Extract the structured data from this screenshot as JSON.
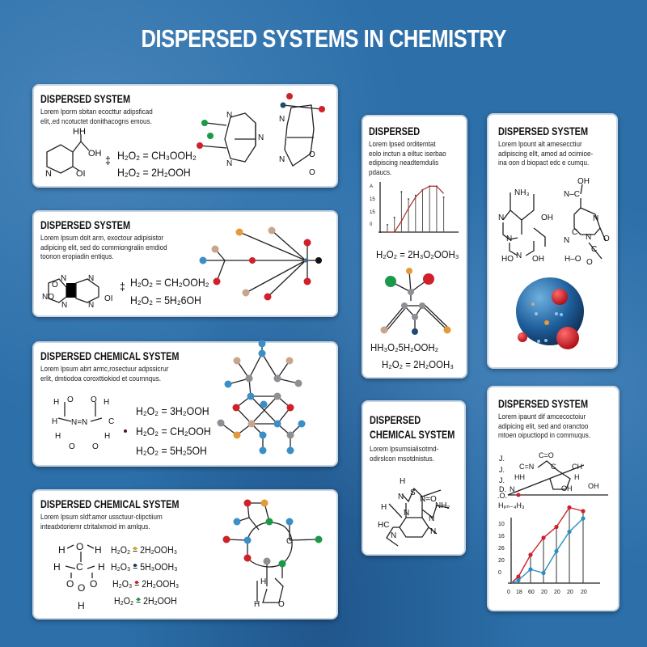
{
  "title": "DISPERSED SYSTEMS IN CHEMISTRY",
  "colors": {
    "background": "#2c6fa9",
    "card": "#ffffff",
    "red": "#d0202a",
    "green": "#1a9a48",
    "blue": "#3a8fc6",
    "orange": "#e59a3a",
    "tan": "#c9a58e",
    "gray": "#8c8f94",
    "navy": "#204a72"
  },
  "cards": [
    {
      "heading": "DISPERSED SYSTEM",
      "lorem": [
        "Lorem lporm sbitan ecocttur adipsficad",
        "elit,.ed ncotuctet donithacogns emous."
      ],
      "equations": [
        "H₂O₂ = CH₃OOH₂",
        "H₂O₂ = 2H₂OOH"
      ],
      "plus": "‡",
      "atoms": [
        "HH",
        "OH",
        "N",
        "OI",
        "N",
        "N",
        "N",
        "N",
        "N",
        "O",
        "O"
      ]
    },
    {
      "heading": "DISPERSED SYSTEM",
      "lorem": [
        "Lorem lpsum dolt arm, exoctour adipisistor",
        "adipicing elit, sed do commiongralin emdiod",
        "toonon eropiadin entiqus."
      ],
      "equations": [
        "H₂O₂ = CH₂OOH₂",
        "H₂O₂ = 5H₂6OH"
      ],
      "plus": "‡",
      "atoms": [
        "N",
        "N",
        "O",
        "N",
        "NO",
        "N",
        "OI"
      ]
    },
    {
      "heading": "DISPERSED CHEMICAL SYSTEM",
      "lorem": [
        "Lorem lpsum abrt armc,rosectuur adpssicrur",
        "erlit, dmtiodoa coroxttiokiod et coumnqus."
      ],
      "equations": [
        "H₂O₂ = 3H₂OOH",
        "H₂O₂ = CH₂OOH",
        "H₂O₂ = 5H₂5OH"
      ],
      "atoms": [
        "H",
        "O",
        "O",
        "H",
        "H",
        "N=N",
        "C",
        "H",
        "H",
        "O",
        "O"
      ]
    },
    {
      "heading": "DISPERSED CHEMICAL SYSTEM",
      "lorem": [
        "Lorem lpsum sldf:amor ussctuur-clipctiium",
        "inteadxtoriemr ctritalxmoid im amlqus."
      ],
      "equations": [
        "H₂O₂ = 2H₂OOH₃",
        "H₂O₃ = 5H₃OOH₃",
        "H₂O₃ = 2H₂OOH₃",
        "H₂O₂ = 2H₂OOH"
      ],
      "equation_dot_colors": [
        "#d9a520",
        "#1d3b66",
        "#d0202a",
        "#1a9a48"
      ],
      "atoms": [
        "H",
        "O",
        "H",
        "H",
        "C",
        "H",
        "O",
        "O",
        "O",
        "H",
        "H",
        "H",
        "O",
        "C"
      ]
    },
    {
      "heading": "DISPERSED",
      "lorem": [
        "Lorem lpsed orditemtat",
        "eolo inctun a eiltuc iserbao",
        "edipiscing neadtemdulis",
        "pdaucs."
      ],
      "chart": {
        "type": "bar+line",
        "y_tick_labels": [
          "0",
          "15",
          "15",
          "A"
        ],
        "bar_values": [
          2,
          4,
          11,
          9,
          10,
          11.5,
          12.5,
          12.5,
          9.5
        ],
        "curve_values": [
          0,
          0,
          3,
          6.5,
          9.5,
          11.5,
          12.5,
          12.5,
          10.5
        ],
        "ylim": [
          0,
          13
        ]
      },
      "equations": [
        "H₂O₂ = 2H₃O₂OOH₃",
        "HH₃O₂5H₂OOH₂",
        "H₂O₂ = 2H₂OOH₃"
      ]
    },
    {
      "heading": "DISPERSED SYSTEM",
      "lorem": [
        "Lorem lpount alt amesecctiur",
        "adipiscing ellt, amod ad ocimioe-",
        "ina oon d biopact edc e cumqu."
      ],
      "atoms": [
        "NH₃",
        "N",
        "OH",
        "N",
        "HO",
        "N",
        "OH",
        "OH",
        "N–C",
        "N",
        "N",
        "C",
        "N",
        "O",
        "H–O",
        "C",
        "O"
      ]
    },
    {
      "heading": "DISPERSED",
      "heading2": "CHEMICAL SYSTEM",
      "lorem": [
        "Lorem lpsumsialisotmd-",
        "odirslcon msotdnistus."
      ],
      "atoms": [
        "H",
        "N",
        "S",
        "N=O",
        "H",
        "N",
        "N",
        "NH₂",
        "HC",
        "N",
        "N"
      ]
    },
    {
      "heading": "DISPERSED SYSTEM",
      "lorem": [
        "Lorem ipaunt dif amcecoctoiur",
        "adipicing elit, sed and oranctoo",
        "mtoen oipuctiopd in commuqus."
      ],
      "atoms": [
        "C=O",
        "C=N",
        "C",
        "CH",
        "HH",
        "H",
        "N",
        "OH",
        "OH"
      ],
      "sketch_ticks": [
        "J.",
        "J.",
        "J.",
        "D.",
        ".O."
      ],
      "sketch_label": "Hₚₙ₋₄H₃",
      "chart_data": {
        "type": "line",
        "x_tick_labels": [
          "0",
          "18",
          "60",
          "20",
          "20",
          "20",
          "20"
        ],
        "y_tick_labels": [
          "0",
          "20",
          "26",
          "16",
          "10"
        ],
        "series": [
          {
            "color": "#d0202a",
            "values": [
              -0.4,
              1.4,
              2.8,
              3.7,
              5.3,
              5.0
            ]
          },
          {
            "color": "#2a90c0",
            "values": [
              -0.7,
              0.2,
              -0.1,
              1.7,
              3.3,
              4.4
            ]
          }
        ]
      }
    }
  ]
}
